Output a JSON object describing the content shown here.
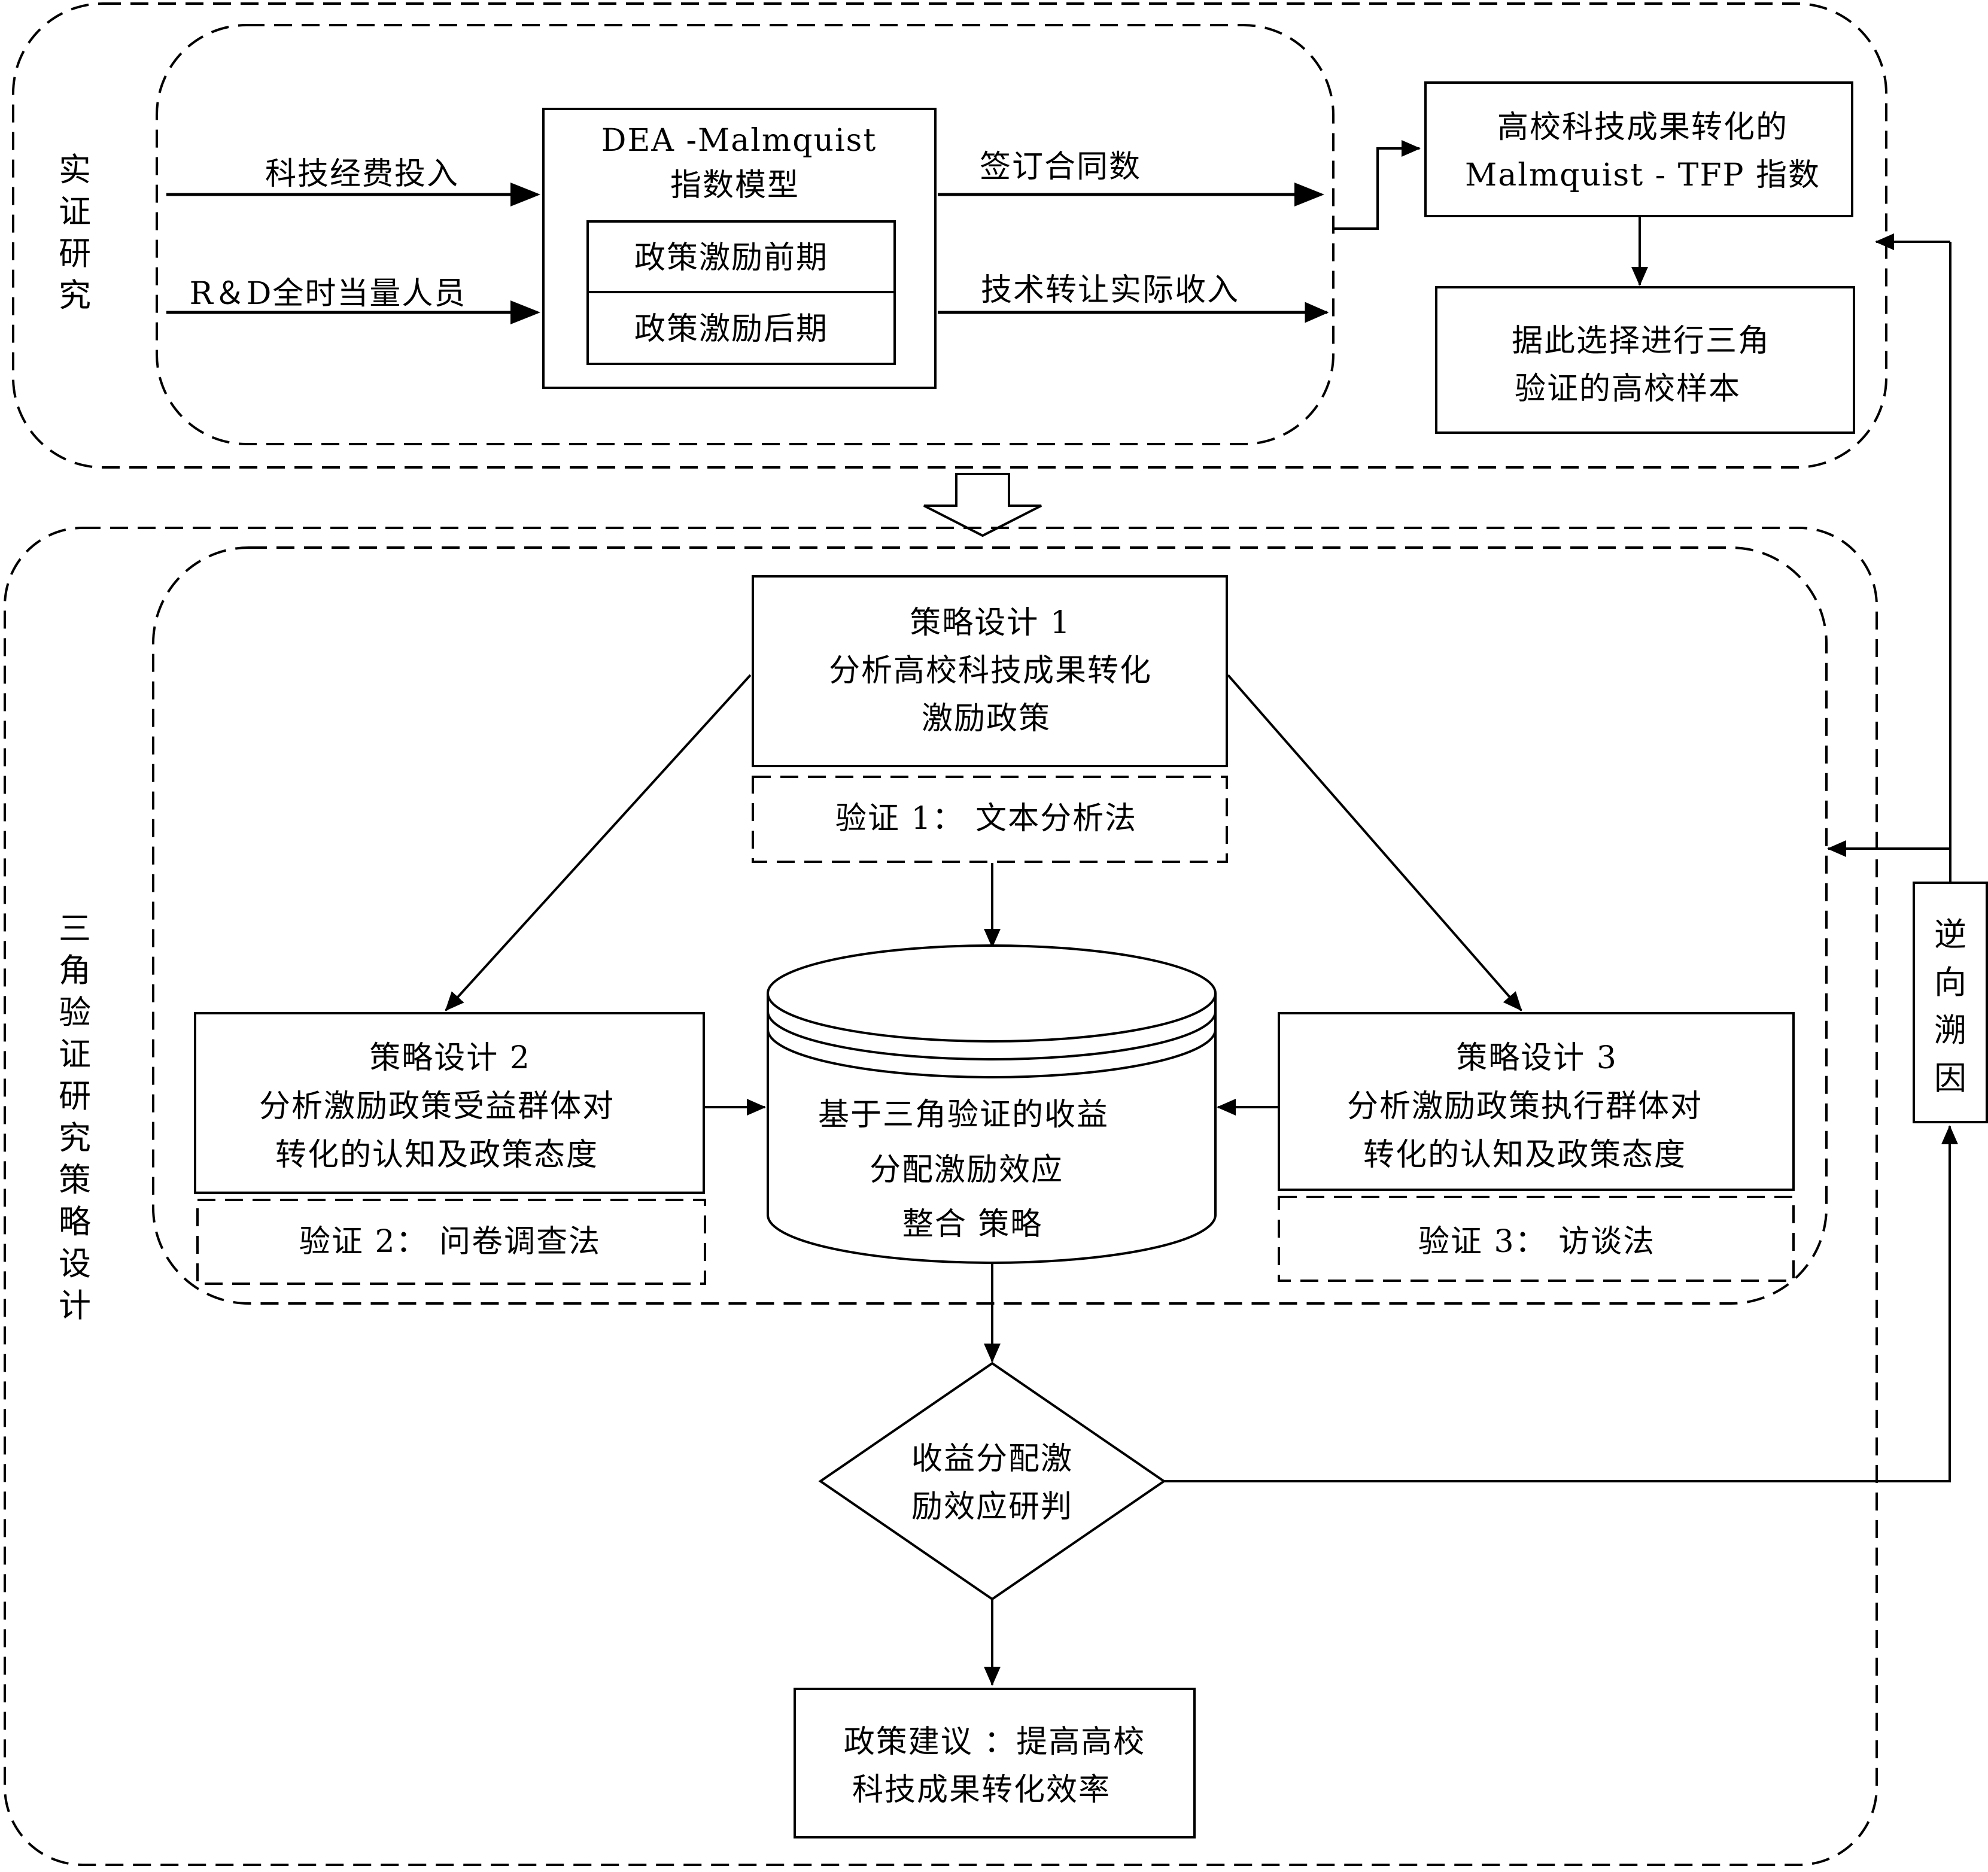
{
  "top_section": {
    "side_label": "实证研究",
    "input1": "科技经费投入",
    "input2": "R＆D全时当量人员",
    "model_line1": "DEA -Malmquist",
    "model_line2": "指数模型",
    "phase_before": "政策激励前期",
    "phase_after": "政策激励后期",
    "output1": "签订合同数",
    "output2": "技术转让实际收入",
    "tfp_line1": "高校科技成果转化的",
    "tfp_line2": "Malmquist - TFP 指数",
    "sample_line1": "据此选择进行三角",
    "sample_line2": "验证的高校样本"
  },
  "bottom_section": {
    "side_label": "三角验证研究策略设计",
    "strategy1": {
      "line1": "策略设计 1",
      "line2": "分析高校科技成果转化",
      "line3": "激励政策"
    },
    "verify1": "验证 1： 文本分析法",
    "strategy2": {
      "line1": "策略设计 2",
      "line2": "分析激励政策受益群体对",
      "line3": "转化的认知及政策态度"
    },
    "verify2": "验证 2： 问卷调查法",
    "strategy3": {
      "line1": "策略设计 3",
      "line2": "分析激励政策执行群体对",
      "line3": "转化的认知及政策态度"
    },
    "verify3": "验证 3： 访谈法",
    "integration": {
      "line1": "基于三角验证的收益",
      "line2": "分配激励效应",
      "line3": "整合 策略"
    },
    "judgement": {
      "line1": "收益分配激",
      "line2": "励效应研判"
    },
    "recommendation": {
      "line1": "政策建议 ：提高高校",
      "line2": "科技成果转化效率"
    },
    "backtrace_label": "逆向溯因"
  },
  "colors": {
    "stroke": "#000000",
    "background": "#ffffff"
  }
}
